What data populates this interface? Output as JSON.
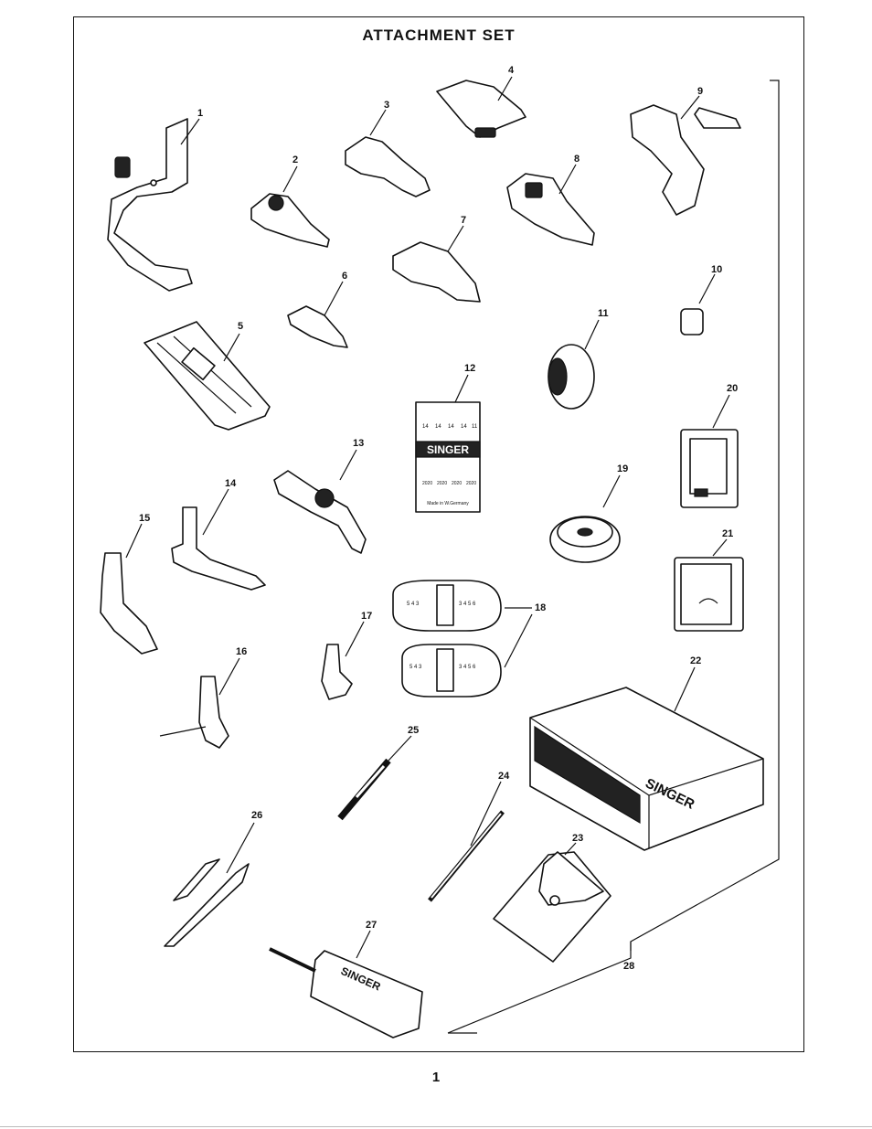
{
  "title": "ATTACHMENT SET",
  "page_number": "1",
  "labels": {
    "p1": "1",
    "p2": "2",
    "p3": "3",
    "p4": "4",
    "p5": "5",
    "p6": "6",
    "p7": "7",
    "p8": "8",
    "p9": "9",
    "p10": "10",
    "p11": "11",
    "p12": "12",
    "p13": "13",
    "p14": "14",
    "p15": "15",
    "p16": "16",
    "p17": "17",
    "p18": "18",
    "p19": "19",
    "p20": "20",
    "p21": "21",
    "p22": "22",
    "p23": "23",
    "p24": "24",
    "p25": "25",
    "p26": "26",
    "p27": "27",
    "p28": "28"
  },
  "needle_pack": {
    "brand": "SINGER",
    "sizes": [
      "14",
      "14",
      "14",
      "14",
      "11"
    ],
    "codes": [
      "2020",
      "2020",
      "2020",
      "2020"
    ],
    "origin": "Made in W.Germany"
  },
  "plate_scale_left": "5 4 3",
  "plate_scale_right": "3 4 5 6",
  "box_brand": "SINGER",
  "oiler_brand": "SINGER"
}
